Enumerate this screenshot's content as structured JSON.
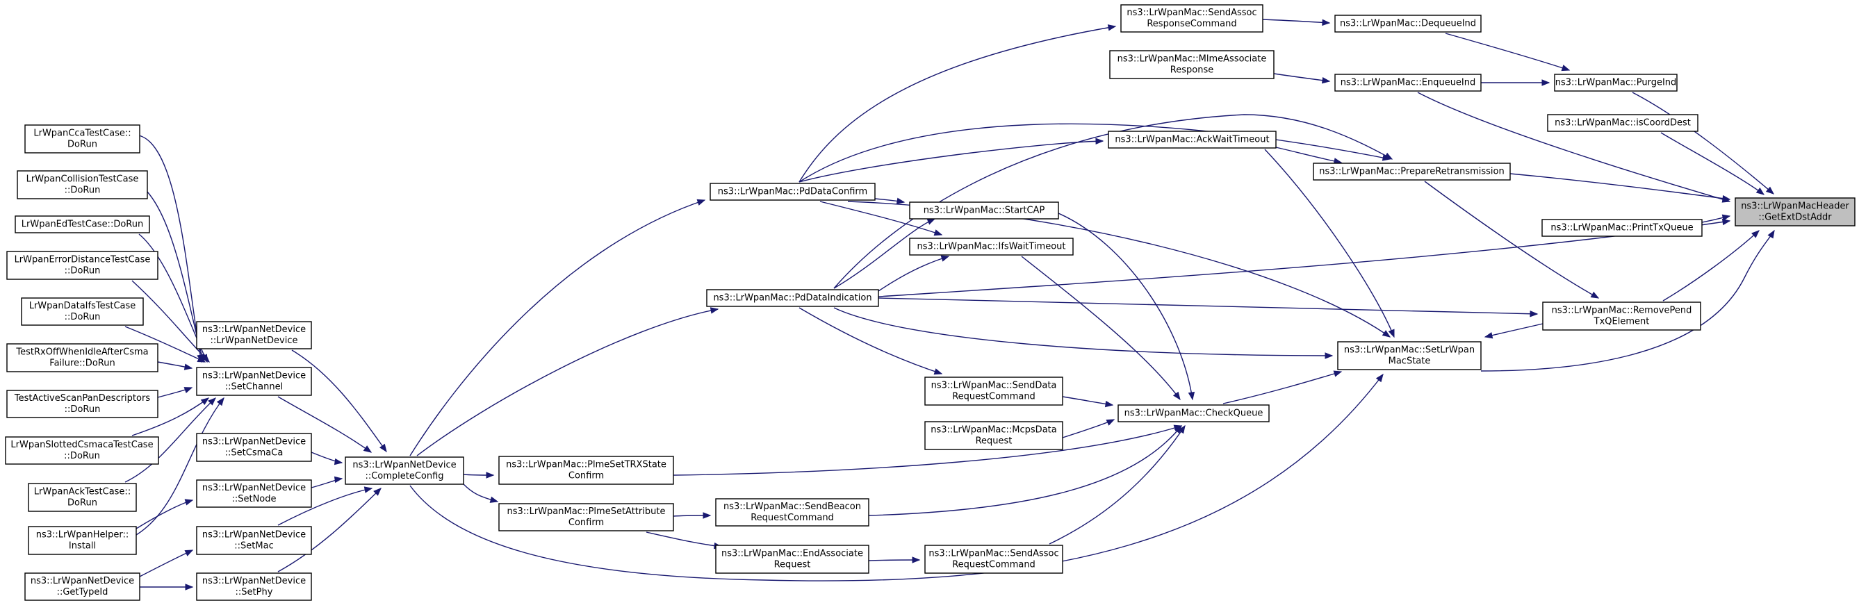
{
  "nodes": [
    {
      "id": "target",
      "lines": [
        "ns3::LrWpanMacHeader",
        "::GetExtDstAddr"
      ],
      "highlight": true
    },
    {
      "id": "purge",
      "lines": [
        "ns3::LrWpanMac::PurgeInd"
      ]
    },
    {
      "id": "iscoord",
      "lines": [
        "ns3::LrWpanMac::isCoordDest"
      ]
    },
    {
      "id": "printtx",
      "lines": [
        "ns3::LrWpanMac::PrintTxQueue"
      ]
    },
    {
      "id": "removepend",
      "lines": [
        "ns3::LrWpanMac::RemovePend",
        "TxQElement"
      ]
    },
    {
      "id": "setstate",
      "lines": [
        "ns3::LrWpanMac::SetLrWpan",
        "MacState"
      ]
    },
    {
      "id": "prepretx",
      "lines": [
        "ns3::LrWpanMac::PrepareRetransmission"
      ]
    },
    {
      "id": "enqueue",
      "lines": [
        "ns3::LrWpanMac::EnqueueInd"
      ]
    },
    {
      "id": "dequeue",
      "lines": [
        "ns3::LrWpanMac::DequeueInd"
      ]
    },
    {
      "id": "sendassocresp",
      "lines": [
        "ns3::LrWpanMac::SendAssoc",
        "ResponseCommand"
      ]
    },
    {
      "id": "mlmeassocresp",
      "lines": [
        "ns3::LrWpanMac::MlmeAssociate",
        "Response"
      ]
    },
    {
      "id": "ackwait",
      "lines": [
        "ns3::LrWpanMac::AckWaitTimeout"
      ]
    },
    {
      "id": "startcap",
      "lines": [
        "ns3::LrWpanMac::StartCAP"
      ]
    },
    {
      "id": "ifswait",
      "lines": [
        "ns3::LrWpanMac::IfsWaitTimeout"
      ]
    },
    {
      "id": "pddataconfirm",
      "lines": [
        "ns3::LrWpanMac::PdDataConfirm"
      ]
    },
    {
      "id": "pddataind",
      "lines": [
        "ns3::LrWpanMac::PdDataIndication"
      ]
    },
    {
      "id": "checkqueue",
      "lines": [
        "ns3::LrWpanMac::CheckQueue"
      ]
    },
    {
      "id": "senddatareq",
      "lines": [
        "ns3::LrWpanMac::SendData",
        "RequestCommand"
      ]
    },
    {
      "id": "mcpsdatareq",
      "lines": [
        "ns3::LrWpanMac::McpsData",
        "Request"
      ]
    },
    {
      "id": "plmesettrx",
      "lines": [
        "ns3::LrWpanMac::PlmeSetTRXState",
        "Confirm"
      ]
    },
    {
      "id": "plmesetattr",
      "lines": [
        "ns3::LrWpanMac::PlmeSetAttribute",
        "Confirm"
      ]
    },
    {
      "id": "sendbeaconreq",
      "lines": [
        "ns3::LrWpanMac::SendBeacon",
        "RequestCommand"
      ]
    },
    {
      "id": "endassocreq",
      "lines": [
        "ns3::LrWpanMac::EndAssociate",
        "Request"
      ]
    },
    {
      "id": "sendassocreq",
      "lines": [
        "ns3::LrWpanMac::SendAssoc",
        "RequestCommand"
      ]
    },
    {
      "id": "completeconfig",
      "lines": [
        "ns3::LrWpanNetDevice",
        "::CompleteConfig"
      ]
    },
    {
      "id": "ndctor",
      "lines": [
        "ns3::LrWpanNetDevice",
        "::LrWpanNetDevice"
      ]
    },
    {
      "id": "setchannel",
      "lines": [
        "ns3::LrWpanNetDevice",
        "::SetChannel"
      ]
    },
    {
      "id": "setcsmaca",
      "lines": [
        "ns3::LrWpanNetDevice",
        "::SetCsmaCa"
      ]
    },
    {
      "id": "setnode",
      "lines": [
        "ns3::LrWpanNetDevice",
        "::SetNode"
      ]
    },
    {
      "id": "setmac",
      "lines": [
        "ns3::LrWpanNetDevice",
        "::SetMac"
      ]
    },
    {
      "id": "setphy",
      "lines": [
        "ns3::LrWpanNetDevice",
        "::SetPhy"
      ]
    },
    {
      "id": "cca",
      "lines": [
        "LrWpanCcaTestCase::",
        "DoRun"
      ]
    },
    {
      "id": "collision",
      "lines": [
        "LrWpanCollisionTestCase",
        "::DoRun"
      ]
    },
    {
      "id": "ed",
      "lines": [
        "LrWpanEdTestCase::DoRun"
      ]
    },
    {
      "id": "errdist",
      "lines": [
        "LrWpanErrorDistanceTestCase",
        "::DoRun"
      ]
    },
    {
      "id": "dataifs",
      "lines": [
        "LrWpanDataIfsTestCase",
        "::DoRun"
      ]
    },
    {
      "id": "rxoff",
      "lines": [
        "TestRxOffWhenIdleAfterCsma",
        "Failure::DoRun"
      ]
    },
    {
      "id": "activescan",
      "lines": [
        "TestActiveScanPanDescriptors",
        "::DoRun"
      ]
    },
    {
      "id": "slotted",
      "lines": [
        "LrWpanSlottedCsmacaTestCase",
        "::DoRun"
      ]
    },
    {
      "id": "acktest",
      "lines": [
        "LrWpanAckTestCase::",
        "DoRun"
      ]
    },
    {
      "id": "helper",
      "lines": [
        "ns3::LrWpanHelper::",
        "Install"
      ]
    },
    {
      "id": "gettypeid",
      "lines": [
        "ns3::LrWpanNetDevice",
        "::GetTypeId"
      ]
    }
  ]
}
